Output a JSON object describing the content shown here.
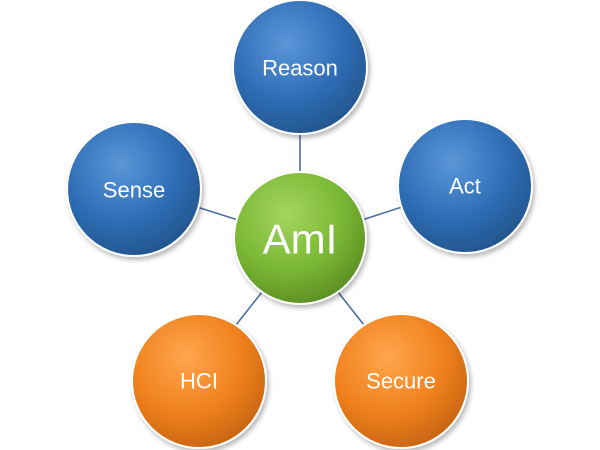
{
  "center": {
    "label": "AmI",
    "color": "#7ab834"
  },
  "nodes": [
    {
      "id": "reason",
      "label": "Reason",
      "color": "#2f6db5"
    },
    {
      "id": "act",
      "label": "Act",
      "color": "#2f6db5"
    },
    {
      "id": "secure",
      "label": "Secure",
      "color": "#f0811e"
    },
    {
      "id": "hci",
      "label": "HCI",
      "color": "#f0811e"
    },
    {
      "id": "sense",
      "label": "Sense",
      "color": "#2f6db5"
    }
  ]
}
